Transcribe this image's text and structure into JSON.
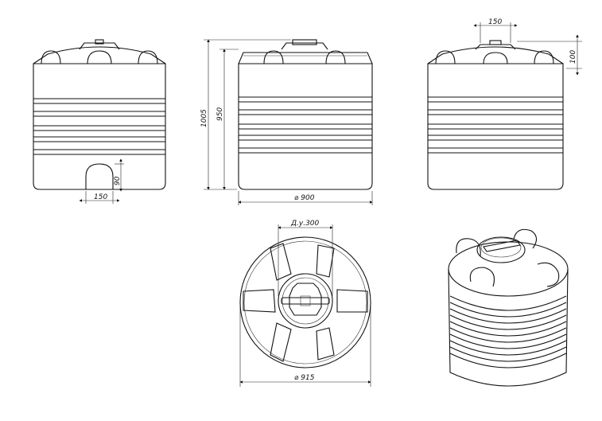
{
  "views": {
    "front_left": {
      "dims": {
        "outlet_width": "150",
        "outlet_height": "90"
      }
    },
    "front_center": {
      "dims": {
        "total_height": "1005",
        "body_height": "950",
        "diameter": "⌀ 900"
      }
    },
    "front_right": {
      "dims": {
        "lid_width": "150",
        "lid_height": "100"
      }
    },
    "top": {
      "dims": {
        "hatch": "Д.у.300",
        "diameter": "⌀ 915"
      }
    },
    "isometric": {}
  }
}
